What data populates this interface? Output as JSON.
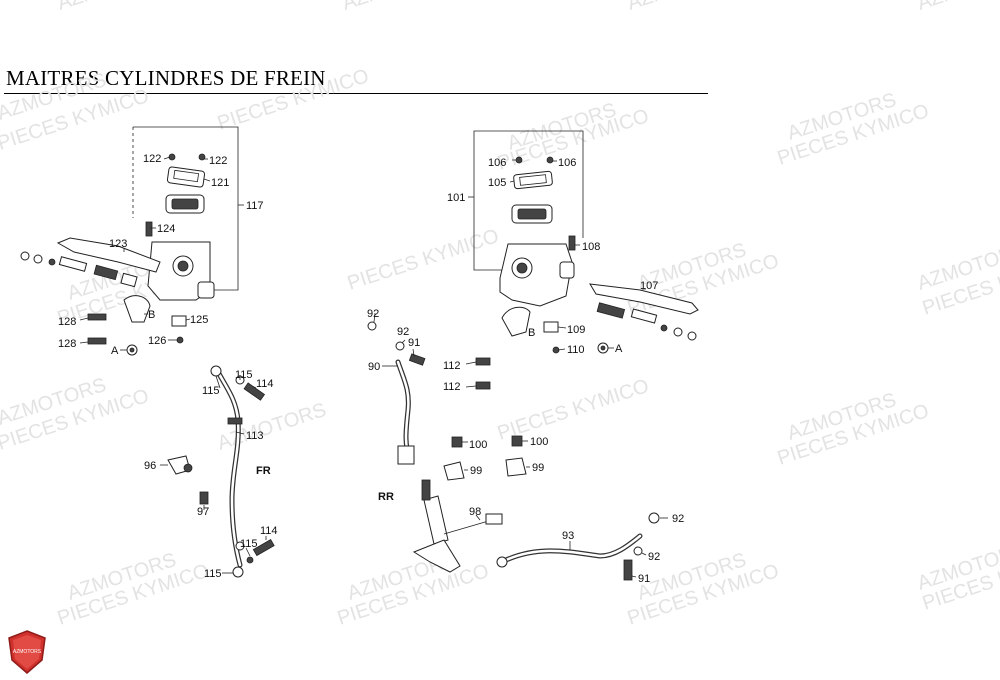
{
  "title": "MAITRES CYLINDRES DE FREIN",
  "watermark": {
    "line1": "AZMOTORS",
    "line2": "PIECES KYMICO"
  },
  "logo": {
    "text": "AZMOTORS",
    "color": "#d0312d"
  },
  "labels": {
    "p122a": "122",
    "p122b": "122",
    "p121": "121",
    "p117": "117",
    "p124": "124",
    "p123": "123",
    "p125": "125",
    "p126": "126",
    "p128a": "128",
    "p128b": "128",
    "pBl": "B",
    "pAl": "A",
    "p106a": "106",
    "p106b": "106",
    "p105": "105",
    "p101": "101",
    "p108": "108",
    "p107": "107",
    "p109": "109",
    "p110": "110",
    "pBr": "B",
    "pAr": "A",
    "p115a": "115",
    "p115b": "115",
    "p114a": "114",
    "p113": "113",
    "pFR": "FR",
    "p96": "96",
    "p97": "97",
    "p114b": "114",
    "p115c": "115",
    "p115d": "115",
    "p92a": "92",
    "p92b": "92",
    "p91a": "91",
    "p90": "90",
    "p112a": "112",
    "p112b": "112",
    "p100a": "100",
    "p100b": "100",
    "p99a": "99",
    "p99b": "99",
    "pRR": "RR",
    "p98": "98",
    "p93": "93",
    "p92c": "92",
    "p92d": "92",
    "p91b": "91"
  }
}
